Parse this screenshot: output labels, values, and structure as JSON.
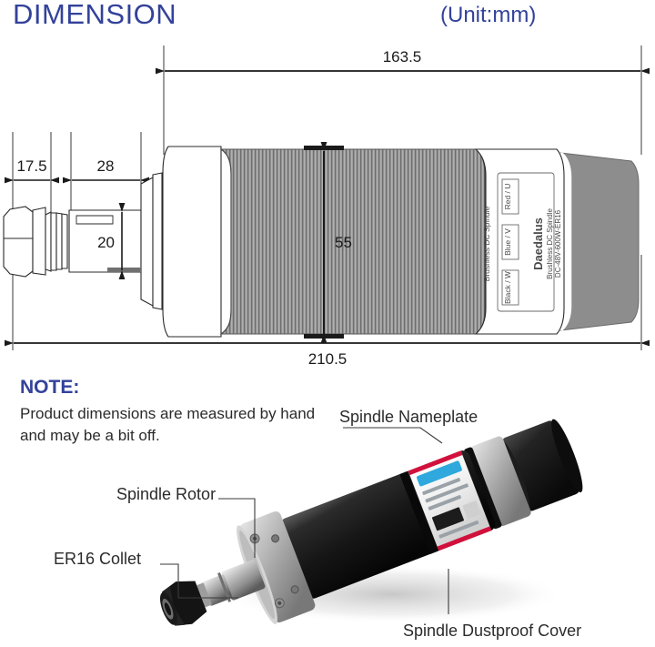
{
  "header": {
    "title": "DIMENSION",
    "unit": "(Unit:mm)"
  },
  "drawing": {
    "dimensions": {
      "overall_length": "210.5",
      "body_length": "163.5",
      "collet_nut_length": "17.5",
      "shaft_length": "28",
      "shaft_diameter": "20",
      "body_diameter": "55"
    },
    "nameplate": {
      "brand": "Daedalus",
      "line1": "Brushless DC Spindle",
      "line2": "DC-48V-600W-ER16",
      "side_text": "Brushless DC Spindle",
      "wires": [
        "Red / U",
        "Blue / V",
        "Black / W"
      ]
    }
  },
  "note": {
    "heading": "NOTE:",
    "body": "Product dimensions are measured by hand and may be a bit off."
  },
  "photo": {
    "callouts": {
      "nameplate": "Spindle Nameplate",
      "rotor": "Spindle Rotor",
      "collet": "ER16 Collet",
      "dustcover": "Spindle Dustproof Cover"
    }
  },
  "colors": {
    "title_blue": "#33429a",
    "line_black": "#1a1a1a",
    "fin_gray": "#9a9a9a",
    "cap_gray": "#8d8d8d"
  }
}
